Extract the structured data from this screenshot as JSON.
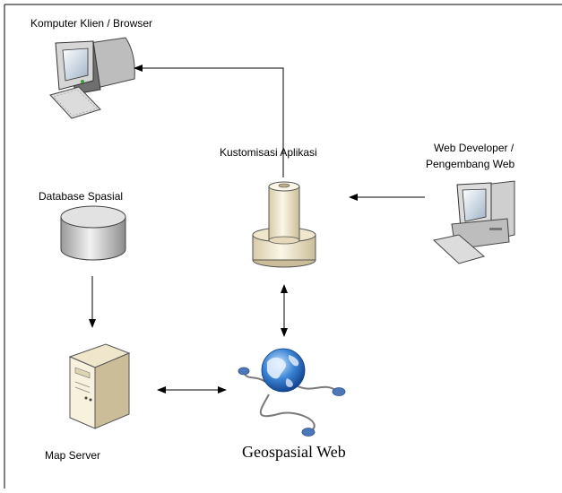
{
  "diagram": {
    "nodes": {
      "client": {
        "label": "Komputer Klien / Browser",
        "icon": "desktop-computer-icon"
      },
      "customization": {
        "label": "Kustomisasi Aplikasi",
        "icon": "cylinder-tower-icon"
      },
      "developer": {
        "label_line1": "Web Developer /",
        "label_line2": "Pengembang Web",
        "icon": "desktop-computer-icon"
      },
      "database": {
        "label": "Database Spasial",
        "icon": "database-cylinder-icon"
      },
      "mapserver": {
        "label": "Map Server",
        "icon": "server-tower-icon"
      },
      "geoweb": {
        "label": "Geospasial Web",
        "icon": "globe-network-icon"
      }
    },
    "edges": [
      {
        "from": "customization",
        "to": "client",
        "direction": "one-way"
      },
      {
        "from": "developer",
        "to": "customization",
        "direction": "one-way"
      },
      {
        "from": "database",
        "to": "mapserver",
        "direction": "one-way"
      },
      {
        "from": "customization",
        "to": "geoweb",
        "direction": "two-way"
      },
      {
        "from": "mapserver",
        "to": "geoweb",
        "direction": "two-way"
      }
    ]
  }
}
